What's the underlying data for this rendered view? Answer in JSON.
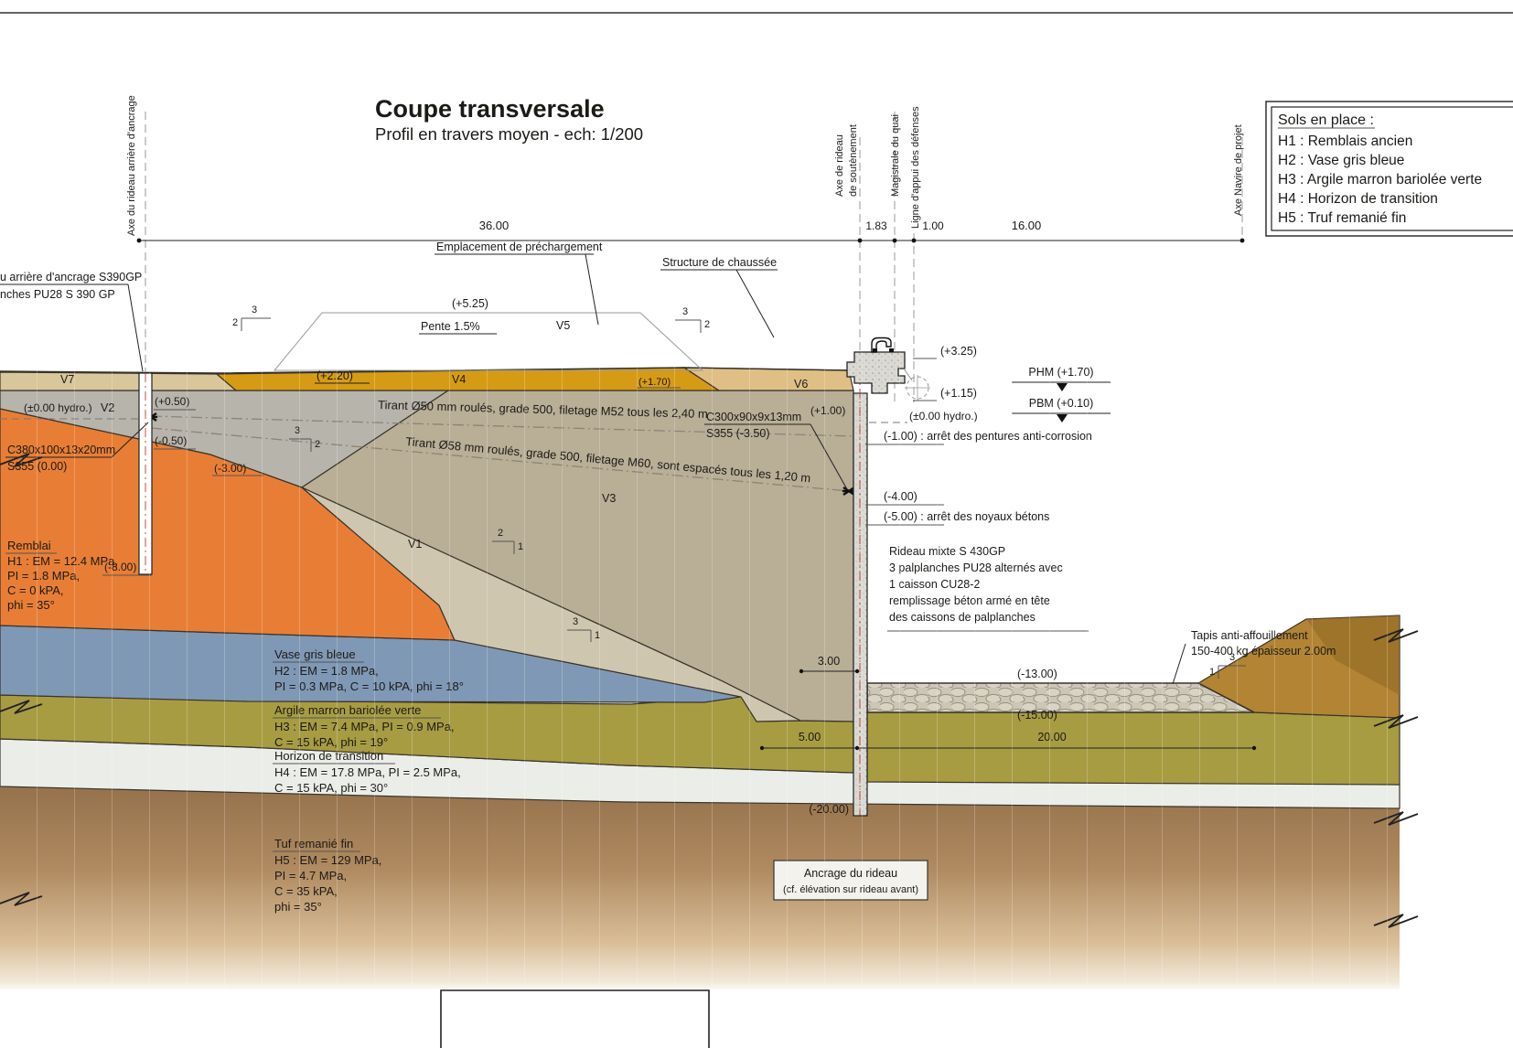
{
  "title": {
    "main": "Coupe transversale",
    "subtitle": "Profil en travers moyen - ech: 1/200"
  },
  "legend": {
    "title": "Sols en place :",
    "items": [
      "H1 : Remblais ancien",
      "H2 : Vase gris bleue",
      "H3 : Argile marron bariolée verte",
      "H4 : Horizon de transition",
      "H5 : Truf remanié fin"
    ]
  },
  "axes": {
    "anchor_wall": "Axe du rideau arrière d'ancrage",
    "main_wall_1": "Axe de rideau",
    "main_wall_2": "de soutènement",
    "magistrale": "Magistrale du quai",
    "fender_line": "Ligne d'appui des défenses",
    "ship": "Axe Navire de projet"
  },
  "dims": {
    "d36": "36.00",
    "d1_83": "1.83",
    "d1_00": "1.00",
    "d16": "16.00",
    "d3": "3.00",
    "d5": "5.00",
    "d20": "20.00"
  },
  "elev": {
    "p525": "(+5.25)",
    "p325": "(+3.25)",
    "p220": "(+2.20)",
    "p170": "(+1.70)",
    "p115": "(+1.15)",
    "p100": "(+1.00)",
    "p050": "(+0.50)",
    "hydro_left": "(±0.00 hydro.)",
    "hydro_right": "(±0.00 hydro.)",
    "m050": "(-0.50)",
    "m300": "(-3.00)",
    "m800": "(-8.00)",
    "m1300": "(-13.00)",
    "m1500": "(-15.00)",
    "m2000": "(-20.00)",
    "phm": "PHM (+1.70)",
    "pbm": "PBM (+0.10)"
  },
  "notes": {
    "pentures": "(-1.00) : arrêt des pentures anti-corrosion",
    "m400": "(-4.00)",
    "noyaux": "(-5.00) : arrêt des noyaux bétons",
    "anchor_head_1": "u arrière d'ancrage S390GP",
    "anchor_head_2": "nches PU28 S 390 GP",
    "preload": "Emplacement de préchargement",
    "chaussee": "Structure de chaussée",
    "pente": "Pente 1.5%",
    "tirant1": "Tirant Ø50 mm roulés, grade 500, filetage M52 tous les 2,40 m",
    "tirant2": "Tirant Ø58 mm roulés, grade 500, filetage M60, sont espacés tous les 1,20 m",
    "c380_1": "C380x100x13x20mm",
    "c380_2": "S355  (0.00)",
    "c300_1": "C300x90x9x13mm",
    "c300_2": "S355 (-3.50)",
    "rideau": [
      "Rideau mixte S 430GP",
      "3 palplanches PU28 alternés avec",
      "1 caisson CU28-2",
      "remplissage béton armé en tête",
      "des caissons de palplanches"
    ],
    "tapis": [
      "Tapis anti-affouillement",
      "150-400 kg épaisseur 2.00m"
    ],
    "ancrage": [
      "Ancrage du rideau",
      "(cf. élévation sur rideau avant)"
    ]
  },
  "soils": {
    "remblai": [
      "Remblai",
      "H1 : EM = 12.4 MPa,",
      "PI = 1.8 MPa,",
      "C = 0 kPA,",
      "phi = 35°"
    ],
    "vase": [
      "Vase gris bleue",
      "H2 : EM = 1.8 MPa,",
      "PI = 0.3 MPa, C = 10 kPA, phi = 18°"
    ],
    "argile": [
      "Argile marron bariolée verte",
      "H3 : EM = 7.4 MPa, PI = 0.9 MPa,",
      "C = 15 kPA, phi = 19°"
    ],
    "horizon": [
      "Horizon de transition",
      "H4 : EM = 17.8 MPa, PI = 2.5 MPa,",
      "C = 15 kPA, phi = 30°"
    ],
    "tuf": [
      "Tuf remanié fin",
      "H5 : EM = 129 MPa,",
      "PI = 4.7 MPa,",
      "C = 35 kPA,",
      "phi = 35°"
    ]
  },
  "zones": {
    "v1": "V1",
    "v2": "V2",
    "v3": "V3",
    "v4": "V4",
    "v5": "V5",
    "v6": "V6",
    "v7": "V7"
  },
  "slopes": {
    "preload_left": [
      "3",
      "2"
    ],
    "preload_right": [
      "3",
      "2"
    ],
    "upper": [
      "3",
      "2"
    ],
    "mid": [
      "2",
      "1"
    ],
    "lower": [
      "3",
      "1"
    ],
    "bank": [
      "3",
      "1"
    ]
  },
  "colors": {
    "remblai_orange": "#E87E35",
    "v2_gray": "#B7B4AB",
    "v3_tan": "#B9AE96",
    "v1_cream": "#CEC6AF",
    "v4_gold": "#D69B15",
    "v7_tan": "#D8C79B",
    "v6_tan": "#DFBF85",
    "vase_blue": "#7F98B5",
    "argile_olive": "#A79C42",
    "horizon_white": "#EBEDE9",
    "tuf_brown": "#9A7850",
    "bank_brown": "#B28433",
    "riprap_gray": "#CCC6B6",
    "concrete": "#DBD9D3",
    "axis_red": "#C0392B"
  }
}
